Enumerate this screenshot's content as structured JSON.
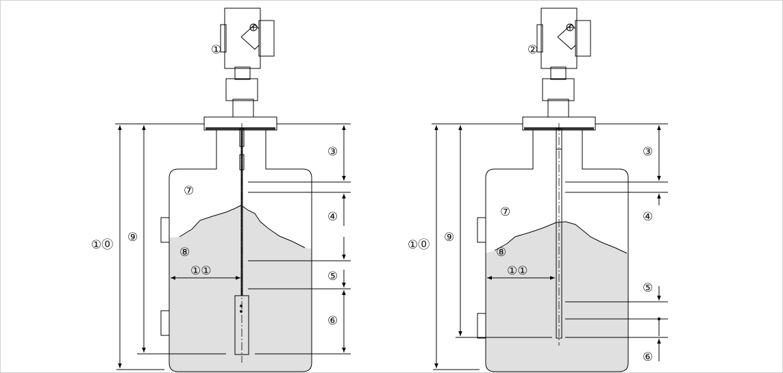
{
  "diagram": {
    "left_device": {
      "device_label": "①",
      "callouts": {
        "c3": "③",
        "c4": "④",
        "c5": "⑤",
        "c6": "⑥",
        "c7": "⑦",
        "c8": "⑧",
        "c9": "⑨",
        "c10": "①⓪",
        "c11": "①①"
      }
    },
    "right_device": {
      "device_label": "②",
      "callouts": {
        "c3": "③",
        "c4": "④",
        "c5": "⑤",
        "c6": "⑥",
        "c7": "⑦",
        "c8": "⑧",
        "c9": "⑨",
        "c10": "①⓪",
        "c11": "①①"
      }
    },
    "colors": {
      "line": "#000000",
      "product_fill": "#e0e0e0",
      "housing_fill": "#bdbdbd",
      "housing_dark": "#8a8a8a",
      "tank_fill": "#ffffff"
    }
  }
}
